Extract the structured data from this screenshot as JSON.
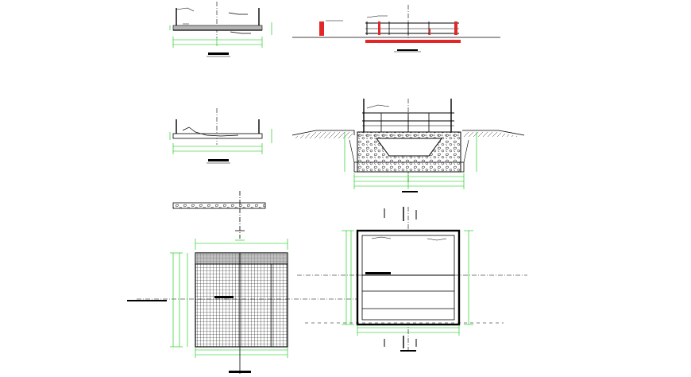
{
  "drawing": {
    "colors": {
      "background": "#ffffff",
      "linework": "#000000",
      "dimension": "#00c400",
      "highlight_red": "#e0282a",
      "fill_gray": "#b4b4b4",
      "centerline": "#000000"
    },
    "views": [
      {
        "id": "top-left-section",
        "kind": "section",
        "has_label_block": true
      },
      {
        "id": "top-right-elevation",
        "kind": "elevation",
        "has_label_block": true
      },
      {
        "id": "mid-left-section",
        "kind": "section",
        "has_label_block": true
      },
      {
        "id": "mid-right-culvert-section",
        "kind": "section",
        "has_label_block": true
      },
      {
        "id": "slab-strip-section",
        "kind": "section",
        "has_label_block": false
      },
      {
        "id": "reinforcement-plan",
        "kind": "plan",
        "has_label_block": true
      },
      {
        "id": "culvert-plan",
        "kind": "plan",
        "has_label_block": true
      }
    ]
  }
}
